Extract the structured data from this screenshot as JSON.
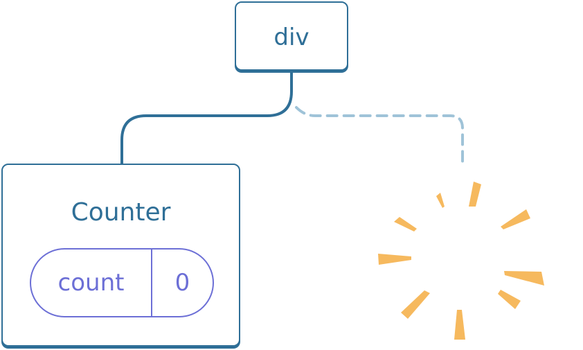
{
  "root_node": {
    "label": "div"
  },
  "child_node": {
    "label": "Counter",
    "state": {
      "name": "count",
      "value": "0"
    }
  },
  "colors": {
    "node_border": "#2f6f97",
    "node_text": "#2f6f97",
    "state_border": "#6c6fd6",
    "state_text": "#6c6fd6",
    "removed_connector": "#9fc3d8",
    "burst": "#f6b95e"
  },
  "icons": {
    "removed_child": "burst-icon"
  }
}
